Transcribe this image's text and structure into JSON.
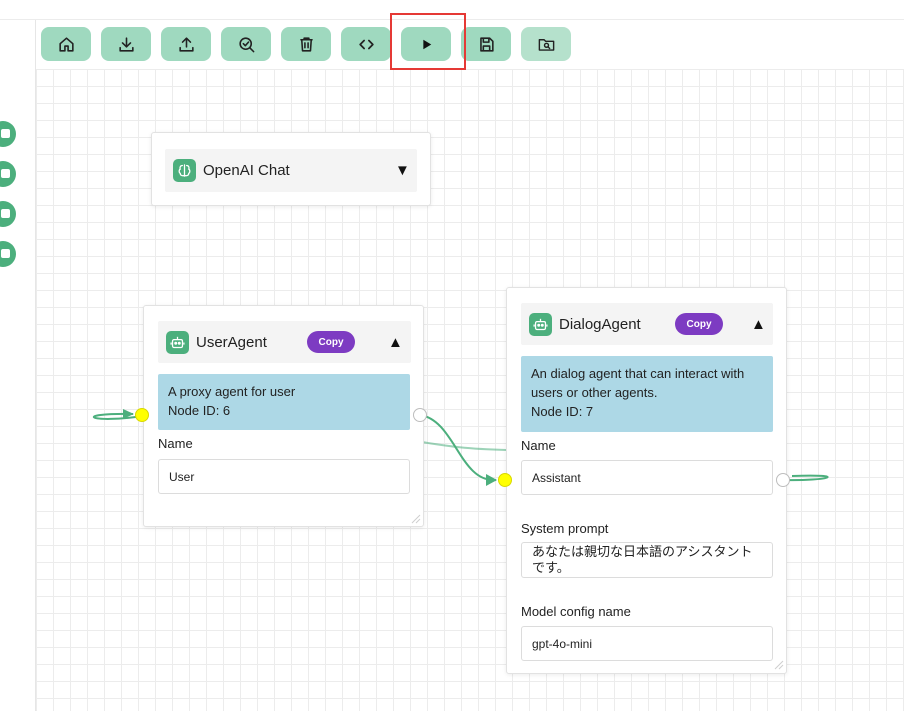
{
  "toolbar": {
    "buttons": [
      {
        "name": "home",
        "icon": "home-icon"
      },
      {
        "name": "download",
        "icon": "download-icon"
      },
      {
        "name": "upload",
        "icon": "upload-icon"
      },
      {
        "name": "check",
        "icon": "check-search-icon"
      },
      {
        "name": "delete",
        "icon": "trash-icon"
      },
      {
        "name": "code",
        "icon": "code-icon"
      },
      {
        "name": "run",
        "icon": "play-icon"
      },
      {
        "name": "save",
        "icon": "save-icon"
      },
      {
        "name": "open",
        "icon": "folder-search-icon"
      }
    ]
  },
  "colors": {
    "accent": "#4caf7d",
    "button": "#9fd9bf",
    "highlight": "#e53935",
    "copy": "#7d3bc2",
    "description": "#add8e6",
    "input_handle": "#ffff00"
  },
  "nodes": {
    "openai_chat": {
      "title": "OpenAI Chat",
      "caret": "▼"
    },
    "user_agent": {
      "title": "UserAgent",
      "copy_label": "Copy",
      "caret": "▲",
      "description": "A proxy agent for user",
      "node_id": "Node ID: 6",
      "name_label": "Name",
      "name_value": "User"
    },
    "dialog_agent": {
      "title": "DialogAgent",
      "copy_label": "Copy",
      "caret": "▲",
      "description": "An dialog agent that can interact with users or other agents.",
      "node_id": "Node ID: 7",
      "name_label": "Name",
      "name_value": "Assistant",
      "system_prompt_label": "System prompt",
      "system_prompt_value": "あなたは親切な日本語のアシスタントです。",
      "model_config_label": "Model config name",
      "model_config_value": "gpt-4o-mini"
    }
  }
}
